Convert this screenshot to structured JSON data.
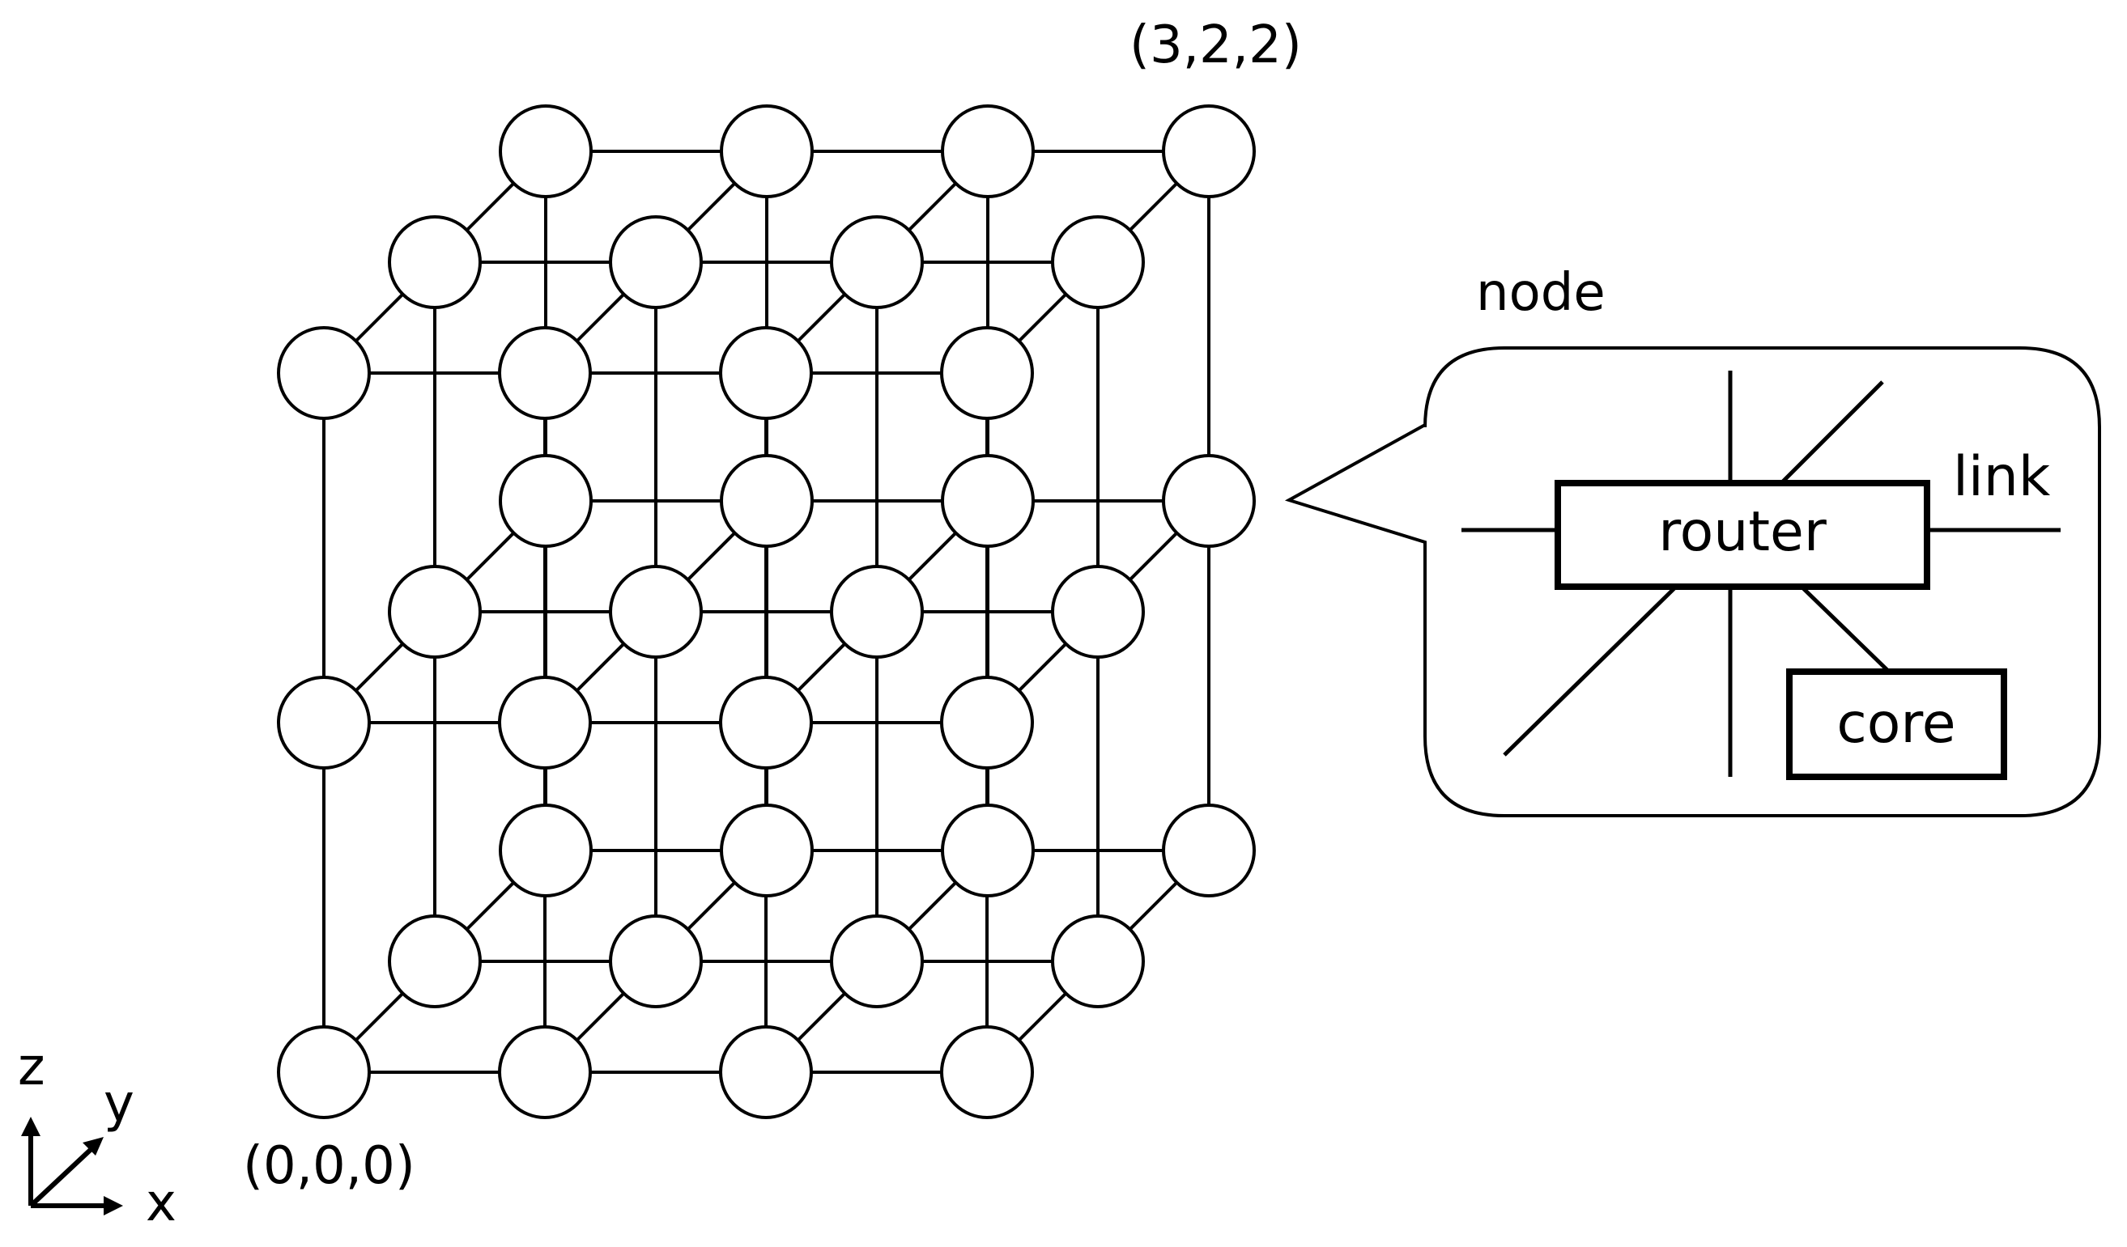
{
  "mesh": {
    "dims": {
      "x": 4,
      "y": 3,
      "z": 3
    },
    "origin_label": "(0,0,0)",
    "corner_label": "(3,2,2)"
  },
  "axes": {
    "z": "z",
    "y": "y",
    "x": "x"
  },
  "callout": {
    "title": "node",
    "router_label": "router",
    "core_label": "core",
    "link_label": "link"
  },
  "colors": {
    "stroke": "#000000",
    "fill": "#ffffff"
  }
}
